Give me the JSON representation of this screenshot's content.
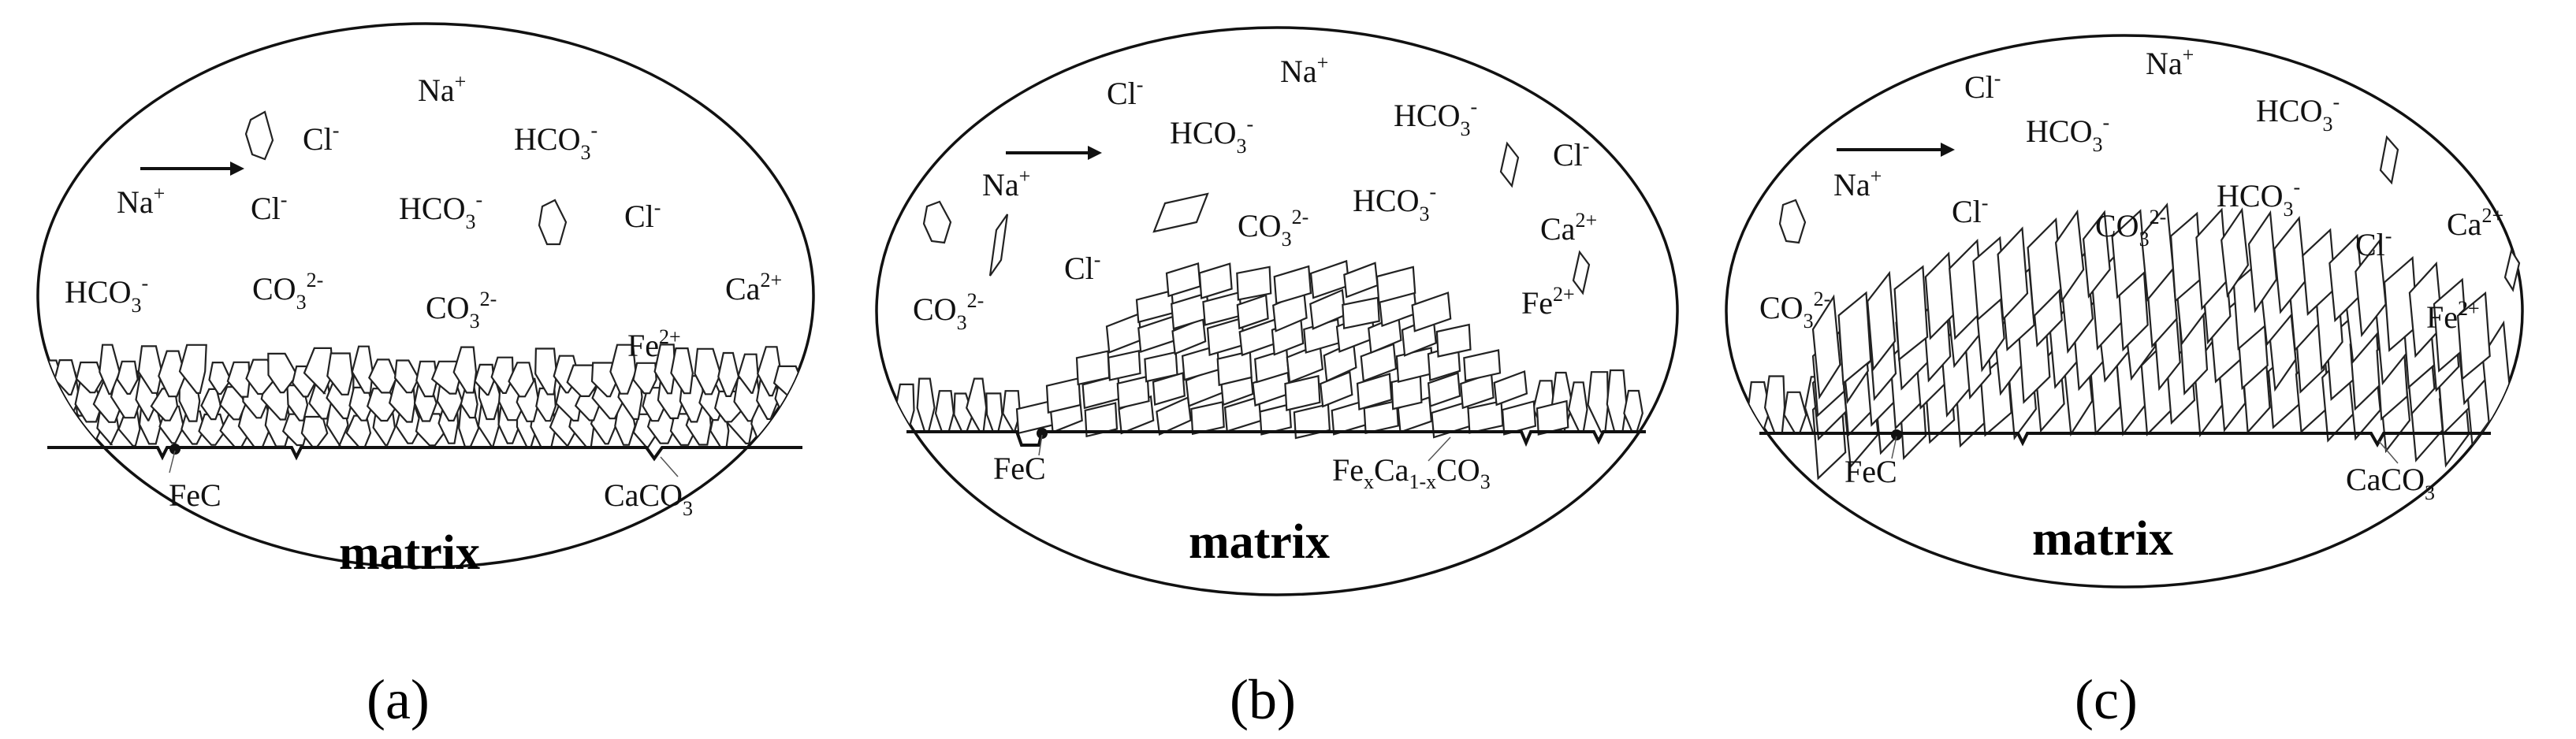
{
  "panels": [
    {
      "id": "a",
      "caption": "(a)",
      "matrix_label": "matrix",
      "ions": [
        {
          "base": "Na",
          "sup": "+",
          "sub": ""
        },
        {
          "base": "Cl",
          "sup": "-",
          "sub": ""
        },
        {
          "base": "HCO",
          "sup": "-",
          "sub": "3"
        },
        {
          "base": "Na",
          "sup": "+",
          "sub": ""
        },
        {
          "base": "Cl",
          "sup": "-",
          "sub": ""
        },
        {
          "base": "HCO",
          "sup": "-",
          "sub": "3"
        },
        {
          "base": "Cl",
          "sup": "-",
          "sub": ""
        },
        {
          "base": "HCO",
          "sup": "-",
          "sub": "3"
        },
        {
          "base": "CO",
          "sup": "2-",
          "sub": "3"
        },
        {
          "base": "CO",
          "sup": "2-",
          "sub": "3"
        },
        {
          "base": "Ca",
          "sup": "2+",
          "sub": ""
        },
        {
          "base": "Fe",
          "sup": "2+",
          "sub": ""
        }
      ],
      "labels": [
        {
          "text": "FeC"
        },
        {
          "text": "CaCO",
          "sub": "3"
        }
      ]
    },
    {
      "id": "b",
      "caption": "(b)",
      "matrix_label": "matrix",
      "ions": [
        {
          "base": "Cl",
          "sup": "-",
          "sub": ""
        },
        {
          "base": "Na",
          "sup": "+",
          "sub": ""
        },
        {
          "base": "HCO",
          "sup": "-",
          "sub": "3"
        },
        {
          "base": "HCO",
          "sup": "-",
          "sub": "3"
        },
        {
          "base": "Na",
          "sup": "+",
          "sub": ""
        },
        {
          "base": "Cl",
          "sup": "-",
          "sub": ""
        },
        {
          "base": "CO",
          "sup": "2-",
          "sub": "3"
        },
        {
          "base": "HCO",
          "sup": "-",
          "sub": "3"
        },
        {
          "base": "Ca",
          "sup": "2+",
          "sub": ""
        },
        {
          "base": "Cl",
          "sup": "-",
          "sub": ""
        },
        {
          "base": "CO",
          "sup": "2-",
          "sub": "3"
        },
        {
          "base": "Fe",
          "sup": "2+",
          "sub": ""
        }
      ],
      "labels": [
        {
          "text": "FeC"
        },
        {
          "text": "Fe",
          "sub": "x",
          "text2": "Ca",
          "sub2": "1-x",
          "text3": "CO",
          "sub3": "3"
        }
      ]
    },
    {
      "id": "c",
      "caption": "(c)",
      "matrix_label": "matrix",
      "ions": [
        {
          "base": "Cl",
          "sup": "-",
          "sub": ""
        },
        {
          "base": "Na",
          "sup": "+",
          "sub": ""
        },
        {
          "base": "HCO",
          "sup": "-",
          "sub": "3"
        },
        {
          "base": "HCO",
          "sup": "-",
          "sub": "3"
        },
        {
          "base": "Na",
          "sup": "+",
          "sub": ""
        },
        {
          "base": "Cl",
          "sup": "-",
          "sub": ""
        },
        {
          "base": "CO",
          "sup": "2-",
          "sub": "3"
        },
        {
          "base": "HCO",
          "sup": "-",
          "sub": "3"
        },
        {
          "base": "Ca",
          "sup": "2+",
          "sub": ""
        },
        {
          "base": "Cl",
          "sup": "-",
          "sub": ""
        },
        {
          "base": "CO",
          "sup": "2-",
          "sub": "3"
        },
        {
          "base": "Fe",
          "sup": "2+",
          "sub": ""
        }
      ],
      "labels": [
        {
          "text": "FeC"
        },
        {
          "text": "CaCO",
          "sub": "3"
        }
      ]
    }
  ]
}
